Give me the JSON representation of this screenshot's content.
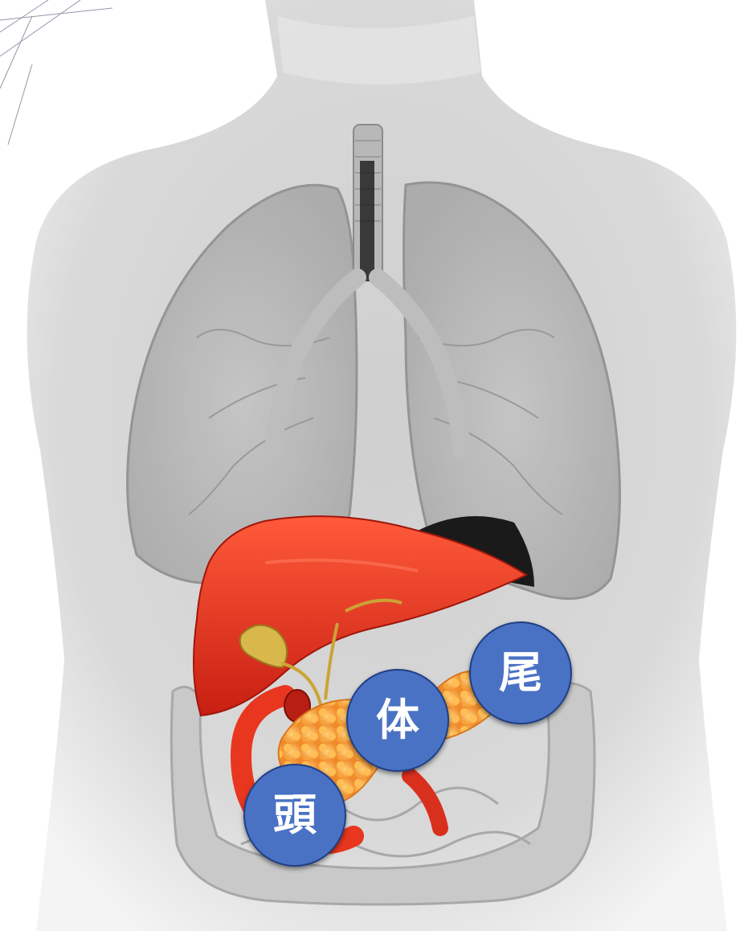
{
  "labels": {
    "head": "頭",
    "body": "体",
    "tail": "尾"
  },
  "colors": {
    "badge_fill": "#4a72c4",
    "badge_border": "#1f3f86",
    "liver": "#e23a22",
    "pancreas": "#f3a23c",
    "body_silhouette": "#d8d8d8"
  }
}
